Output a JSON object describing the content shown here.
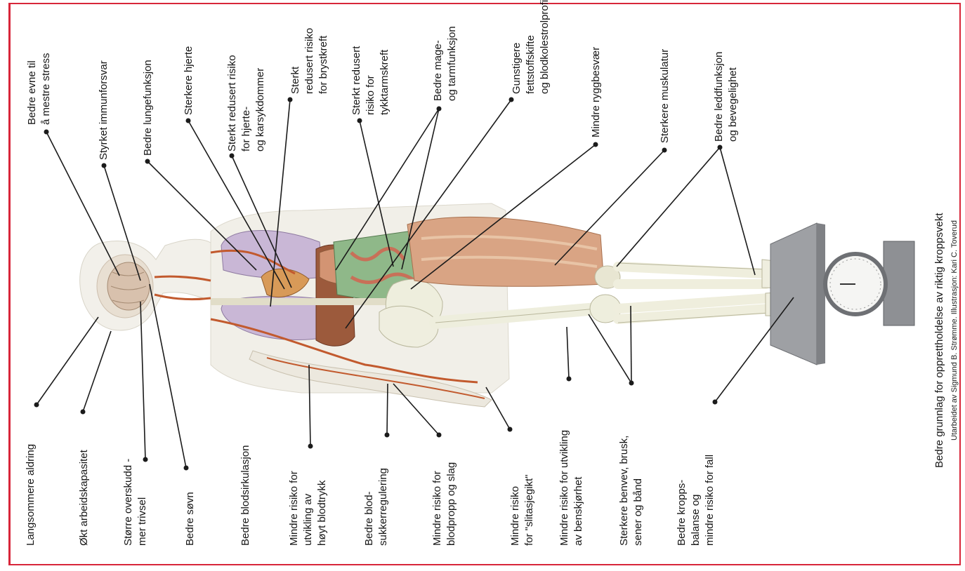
{
  "labels": {
    "top": [
      [
        "Bedre evne til",
        "å mestre stress"
      ],
      [
        "Styrket immunforsvar"
      ],
      [
        "Bedre lungefunksjon"
      ],
      [
        "Sterkere hjerte"
      ],
      [
        "Sterkt redusert risiko",
        "for hjerte-",
        "og karsykdommer"
      ],
      [
        "Sterkt",
        "redusert risiko",
        "for brystkreft"
      ],
      [
        "Sterkt redusert",
        "risiko for",
        "tykktarmskreft"
      ],
      [
        "Bedre mage-",
        "og tarmfunksjon"
      ],
      [
        "Gunstigere",
        "fettstoffskifte",
        "og blodkolestrolprofil"
      ],
      [
        "Mindre ryggbesvær"
      ],
      [
        "Sterkere muskulatur"
      ],
      [
        "Bedre leddfunksjon",
        "og bevegelighet"
      ]
    ],
    "bottom": [
      [
        "Langsommere aldring"
      ],
      [
        "Økt arbeidskapasitet"
      ],
      [
        "Større overskudd -",
        "mer trivsel"
      ],
      [
        "Bedre søvn"
      ],
      [
        "Bedre blodsirkulasjon"
      ],
      [
        "Mindre risiko for",
        "utvikling av",
        "høyt blodtrykk"
      ],
      [
        "Bedre blod-",
        "sukkerregulering"
      ],
      [
        "Mindre risiko for",
        "blodpropp og slag"
      ],
      [
        "Mindre risiko",
        "for \"slitasjegikt\""
      ],
      [
        "Mindre risiko for utvikling",
        "av benskjørhet"
      ],
      [
        "Sterkere benvev, brusk,",
        "sener og bånd"
      ],
      [
        "Bedre kropps-",
        "balanse og",
        "mindre risiko for fall"
      ]
    ]
  },
  "caption": {
    "title": "Bedre grunnlag for opprettholdelse av riktig kroppsvekt",
    "credit": "Utarbeidet av Sigmund B. Strømme. Illustrasjon: Kari C. Toverud"
  },
  "colors": {
    "border": "#d8263a",
    "lung": "#c9b7d6",
    "muscle": "#d9a484",
    "bone": "#eeeedd",
    "liver": "#9c5a3c",
    "intestine": "#8fb889",
    "vessel": "#c25a2e"
  }
}
